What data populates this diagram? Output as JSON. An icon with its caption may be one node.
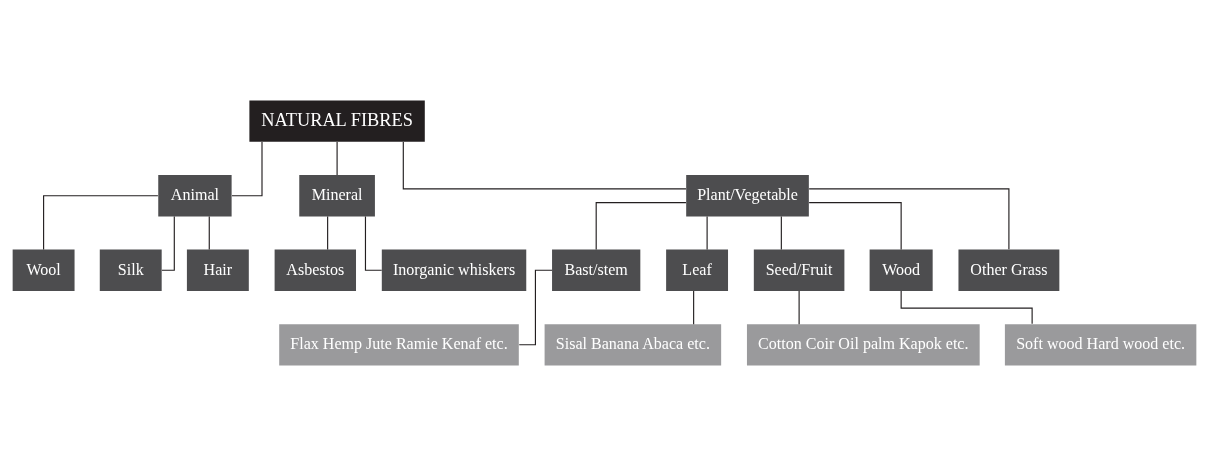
{
  "diagram": {
    "nodes": [
      {
        "text": [
          "NATURAL FIBRES"
        ]
      },
      {
        "text": [
          "Animal"
        ]
      },
      {
        "text": [
          "Mineral"
        ]
      },
      {
        "text": [
          "Plant/Vegetable"
        ]
      },
      {
        "text": [
          "Wool"
        ]
      },
      {
        "text": [
          "Silk"
        ]
      },
      {
        "text": [
          "Hair"
        ]
      },
      {
        "text": [
          "Asbestos"
        ]
      },
      {
        "text": [
          "Inorganic whiskers"
        ]
      },
      {
        "text": [
          "Bast/stem"
        ]
      },
      {
        "text": [
          "Leaf"
        ]
      },
      {
        "text": [
          "Seed/Fruit"
        ]
      },
      {
        "text": [
          "Wood"
        ]
      },
      {
        "text": [
          "Other Grass"
        ]
      },
      {
        "text": [
          "Flax Hemp Jute Ramie Kenaf etc."
        ]
      },
      {
        "text": [
          "Sisal Banana Abaca etc."
        ]
      },
      {
        "text": [
          "Cotton Coir Oil palm Kapok etc."
        ]
      },
      {
        "text": [
          "Soft wood Hard wood etc."
        ]
      }
    ],
    "edges": [
      {
        "from": 0,
        "to": 1,
        "arrow": "none"
      },
      {
        "from": 0,
        "to": 2,
        "arrow": "none"
      },
      {
        "from": 0,
        "to": 3,
        "arrow": "none"
      },
      {
        "from": 1,
        "to": 4,
        "arrow": "none"
      },
      {
        "from": 1,
        "to": 5,
        "arrow": "none"
      },
      {
        "from": 1,
        "to": 6,
        "arrow": "none"
      },
      {
        "from": 2,
        "to": 7,
        "arrow": "none"
      },
      {
        "from": 2,
        "to": 8,
        "arrow": "none"
      },
      {
        "from": 3,
        "to": 9,
        "arrow": "none"
      },
      {
        "from": 3,
        "to": 10,
        "arrow": "none"
      },
      {
        "from": 3,
        "to": 11,
        "arrow": "none"
      },
      {
        "from": 3,
        "to": 12,
        "arrow": "none"
      },
      {
        "from": 3,
        "to": 13,
        "arrow": "none"
      },
      {
        "from": 9,
        "to": 14,
        "arrow": "none"
      },
      {
        "from": 10,
        "to": 15,
        "arrow": "none"
      },
      {
        "from": 11,
        "to": 16,
        "arrow": "none"
      },
      {
        "from": 12,
        "to": 17,
        "arrow": "none"
      }
    ]
  }
}
